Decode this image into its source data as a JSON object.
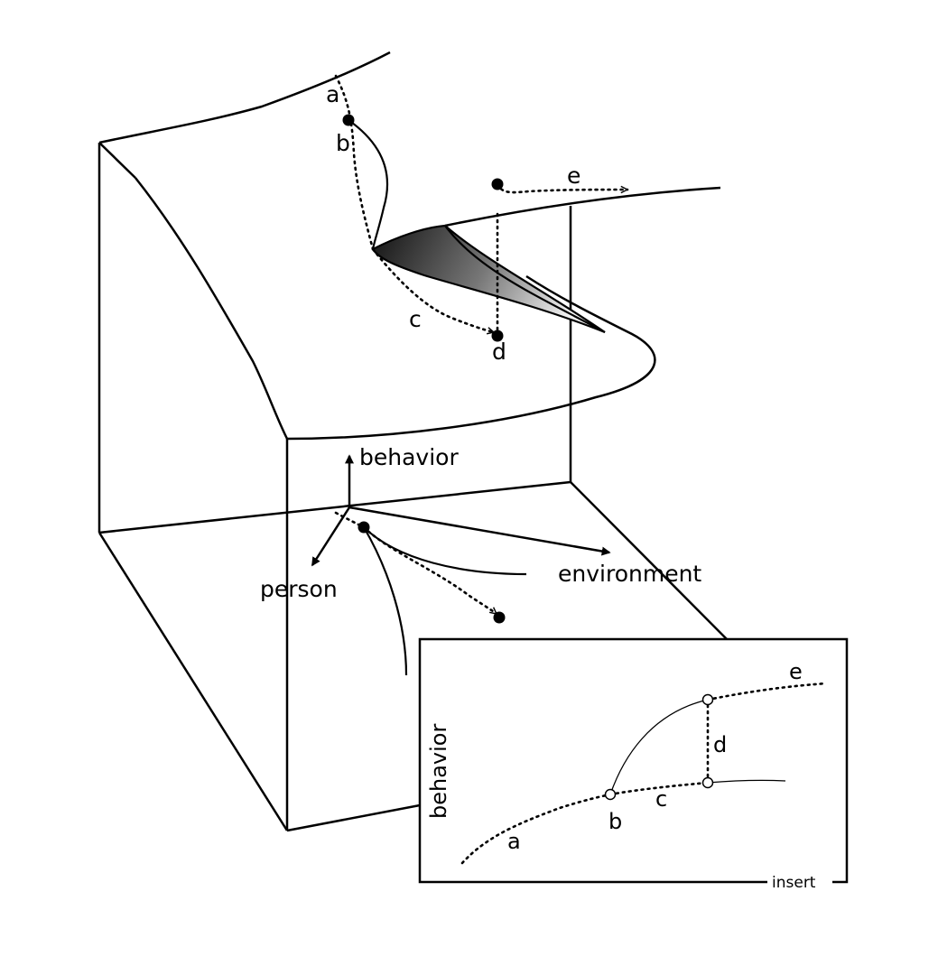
{
  "colors": {
    "line": "#000000",
    "background": "#ffffff",
    "fold_dark": "#111111",
    "fold_light": "#f2f2f2"
  },
  "surface_labels": {
    "a": "a",
    "b": "b",
    "c": "c",
    "d": "d",
    "e": "e"
  },
  "axes": {
    "behavior": "behavior",
    "person": "person",
    "environment": "environment"
  },
  "insert": {
    "tag": "insert",
    "ylabel": "behavior",
    "labels": {
      "a": "a",
      "b": "b",
      "c": "c",
      "d": "d",
      "e": "e"
    }
  }
}
